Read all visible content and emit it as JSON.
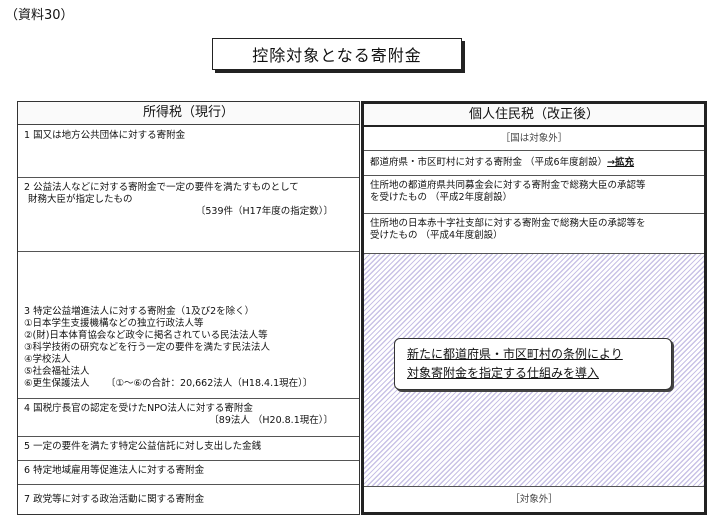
{
  "doc_label": "（資料30）",
  "title": "控除対象となる寄附金",
  "left": {
    "header": "所得税（現行）",
    "rows": [
      {
        "lines": [
          "1 国又は地方公共団体に対する寄附金"
        ]
      },
      {
        "lines": [
          "2 公益法人などに対する寄附金で一定の要件を満たすものとして",
          "財務大臣が指定したもの"
        ],
        "note": "〔539件（H17年度の指定数）〕"
      },
      {
        "lines": [
          "3 特定公益増進法人に対する寄附金（1及び2を除く）",
          "①日本学生支援機構などの独立行政法人等",
          "②(財)日本体育協会など政令に掲名されている民法法人等",
          "③科学技術の研究などを行う一定の要件を満たす民法法人",
          "④学校法人",
          "⑤社会福祉法人",
          "⑥更生保護法人"
        ],
        "note": "〔①～⑥の合計：20,662法人（H18.4.1現在）〕"
      },
      {
        "lines": [
          "4 国税庁長官の認定を受けたNPO法人に対する寄附金"
        ],
        "note": "〔89法人 （H20.8.1現在）〕"
      },
      {
        "lines": [
          "5 一定の要件を満たす特定公益信託に対し支出した金銭"
        ]
      },
      {
        "lines": [
          "6 特定地域雇用等促進法人に対する寄附金"
        ]
      },
      {
        "lines": [
          "7 政党等に対する政治活動に関する寄附金"
        ]
      }
    ]
  },
  "right": {
    "header": "個人住民税（改正後）",
    "r1": "［国は対象外］",
    "r2_text": "都道府県・市区町村に対する寄附金 （平成6年度創設）",
    "r2_emph": "→拡充",
    "r3": [
      "住所地の都道府県共同募金会に対する寄附金で総務大臣の承認等",
      "を受けたもの （平成2年度創設）"
    ],
    "r4": [
      "住所地の日本赤十字社支部に対する寄附金で総務大臣の承認等を",
      "受けたもの （平成4年度創設）"
    ],
    "callout": [
      "新たに都道府県・市区町村の条例により",
      "対象寄附金を指定する仕組みを導入"
    ],
    "r_last": "［対象外］"
  }
}
